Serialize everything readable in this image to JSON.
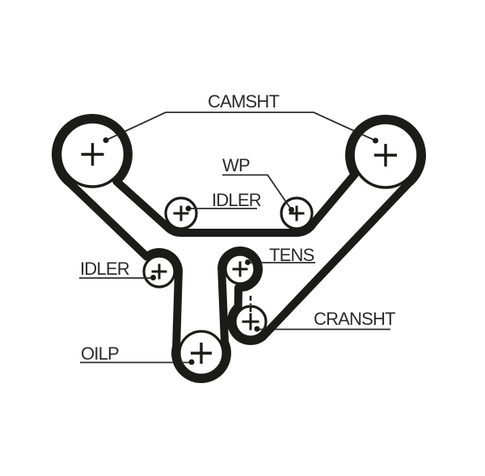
{
  "diagram": {
    "type": "timing-belt-routing",
    "background_color": "#ffffff",
    "belt_color": "#1b1b19",
    "label_color": "#2b2b2b",
    "center_marker": "+",
    "labels": {
      "camshaft": "CAMSHT",
      "water_pump": "WP",
      "idler_upper": "IDLER",
      "idler_lower": "IDLER",
      "tensioner": "TENS",
      "crankshaft": "CRANSHT",
      "oil_pump": "OILP"
    }
  }
}
